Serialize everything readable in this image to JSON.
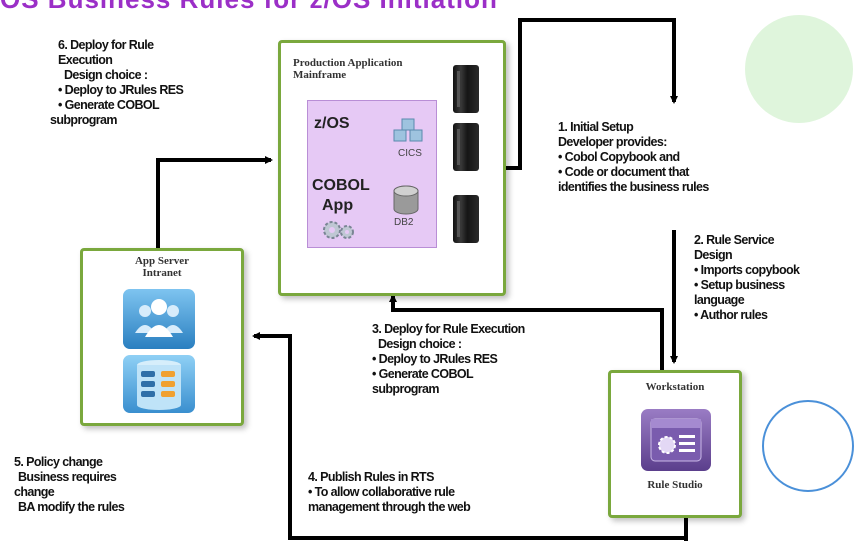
{
  "title": "OS Business Rules for z/OS Initiation",
  "prod_box": {
    "title_line1": "Production Application",
    "title_line2": "Mainframe",
    "zos": "z/OS",
    "cobol_line1": "COBOL",
    "cobol_line2": "App",
    "cics": "CICS",
    "db2": "DB2"
  },
  "app_server": {
    "title_line1": "App Server",
    "title_line2": "Intranet"
  },
  "workstation": {
    "title": "Workstation",
    "caption": "Rule Studio"
  },
  "step1": {
    "heading": "1. Initial Setup",
    "lines": [
      "Developer provides:",
      "• Cobol Copybook and",
      "• Code or document that",
      "identifies the business rules"
    ]
  },
  "step2": {
    "heading": "2. Rule Service",
    "heading2": "Design",
    "lines": [
      "• Imports copybook",
      "• Setup business",
      "language",
      "• Author rules"
    ]
  },
  "step3": {
    "heading": "3. Deploy for Rule Execution",
    "lines": [
      "Design choice :",
      "•  Deploy to JRules RES",
      "•  Generate COBOL",
      "subprogram"
    ]
  },
  "step4": {
    "heading": "4. Publish Rules in RTS",
    "lines": [
      "• To allow collaborative rule",
      "management through the web"
    ]
  },
  "step5": {
    "heading": "5. Policy change",
    "lines": [
      "Business requires",
      "change",
      "BA modify the rules"
    ]
  },
  "step6": {
    "heading": "6. Deploy for Rule",
    "heading2": "Execution",
    "lines": [
      "Design choice :",
      "•  Deploy to JRules RES",
      "•  Generate COBOL",
      "subprogram"
    ]
  },
  "colors": {
    "box_border": "#7aa83d",
    "title": "#9b2fc7",
    "zos_panel": "#e6c9f5",
    "deco_circle_green": "#dff5dc",
    "deco_circle_blue": "#4a90d9"
  }
}
